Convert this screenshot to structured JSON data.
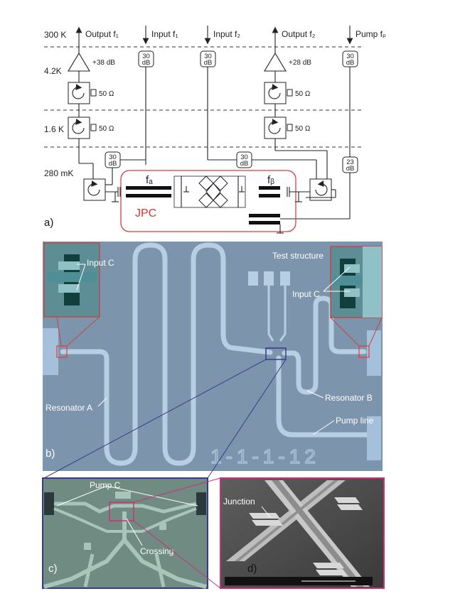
{
  "panel_a": {
    "panel_label": "a)",
    "temperatures": [
      "300 K",
      "4.2K",
      "1.6 K",
      "280 mK"
    ],
    "top_labels": [
      "Output f₁",
      "Input f₁",
      "Input f₂",
      "Output f₂",
      "Pump fₚ"
    ],
    "amp_gains": [
      "+38 dB",
      "+28 dB"
    ],
    "circulator_terminations": [
      "50 Ω",
      "50 Ω",
      "50 Ω",
      "50 Ω"
    ],
    "attenuators": [
      [
        "30",
        "dB"
      ],
      [
        "30",
        "dB"
      ],
      [
        "30",
        "dB"
      ],
      [
        "30",
        "dB"
      ],
      [
        "30",
        "dB"
      ],
      [
        "23",
        "dB"
      ]
    ],
    "resonator_labels": [
      "fₐ",
      "fᵦ"
    ],
    "jpc_label": "JPC"
  },
  "panel_b": {
    "panel_label": "b)",
    "labels": [
      "Input C",
      "Test structure",
      "Input C",
      "Resonator A",
      "Resonator B",
      "Pump line"
    ],
    "chip_id": "1-1-1-12"
  },
  "panel_c": {
    "panel_label": "c)",
    "labels": [
      "Pump C",
      "Crossing"
    ]
  },
  "panel_d": {
    "panel_label": "d)",
    "labels": [
      "Junction"
    ]
  },
  "colors": {
    "jpc_outline": "#e23b3b",
    "chip_bg": "#7d95ac",
    "trace": "#b8cfe3",
    "zoom_blue": "#3a3a8c",
    "zoom_magenta": "#c8327a"
  }
}
